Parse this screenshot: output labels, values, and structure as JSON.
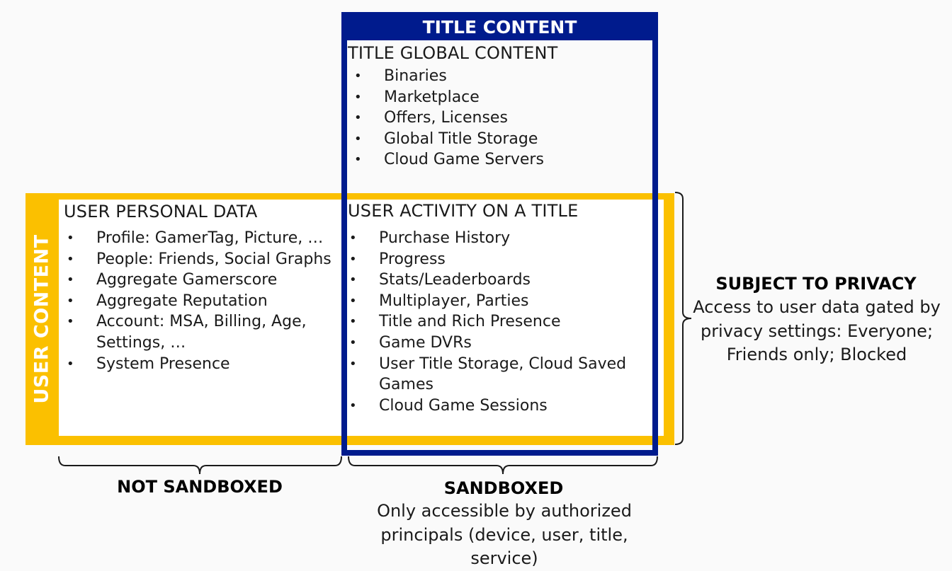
{
  "title_content": {
    "header": "TITLE CONTENT",
    "global": {
      "heading": "TITLE GLOBAL CONTENT",
      "items": [
        "Binaries",
        "Marketplace",
        "Offers, Licenses",
        "Global Title Storage",
        "Cloud Game Servers"
      ]
    },
    "activity": {
      "heading": "USER ACTIVITY ON A TITLE",
      "items": [
        "Purchase History",
        "Progress",
        "Stats/Leaderboards",
        "Multiplayer, Parties",
        "Title and Rich Presence",
        "Game DVRs",
        "User Title Storage, Cloud Saved Games",
        "Cloud Game Sessions"
      ]
    }
  },
  "user_content": {
    "label": "USER CONTENT",
    "personal": {
      "heading": "USER PERSONAL DATA",
      "items": [
        "Profile: GamerTag, Picture, …",
        "People: Friends, Social Graphs",
        "Aggregate Gamerscore",
        "Aggregate Reputation",
        "Account: MSA, Billing, Age, Settings, …",
        "System Presence"
      ]
    }
  },
  "captions": {
    "not_sandboxed": "NOT SANDBOXED",
    "sandboxed": {
      "heading": "SANDBOXED",
      "text": "Only accessible by authorized principals (device, user, title, service)"
    },
    "privacy": {
      "heading": "SUBJECT TO PRIVACY",
      "text": "Access to user data gated by privacy settings: Everyone; Friends only; Blocked"
    }
  },
  "colors": {
    "title_frame": "#001b8d",
    "user_frame": "#fbc000"
  }
}
